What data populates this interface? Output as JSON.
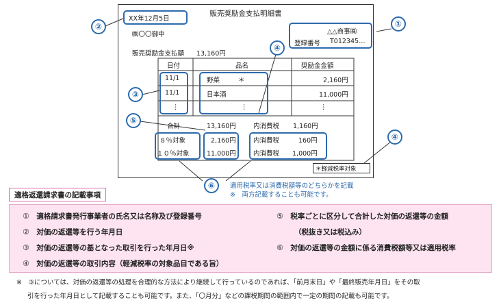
{
  "invoice": {
    "title": "販売奨励金支払明細書",
    "date": "XX年12月5日",
    "customer": "㈱〇〇御中",
    "issuer_name": "△△商事㈱",
    "registration_label": "登録番号",
    "registration_number": "T012345…",
    "total_label": "販売奨励金支払額",
    "total_amount": "13,160円",
    "headers": {
      "date": "日付",
      "item": "品名",
      "amount": "奨励金金額"
    },
    "rows": [
      {
        "date": "11/1",
        "item": "野菜",
        "mark": "＊",
        "amount": "2,160円"
      },
      {
        "date": "11/1",
        "item": "日本酒",
        "mark": "",
        "amount": "11,000円"
      }
    ],
    "ellipsis": "⋮",
    "sum_label": "合計",
    "sum_value": "13,160円",
    "sum_tax_label": "内消費税",
    "sum_tax_value": "1,160円",
    "rate8_label": "８％対象",
    "rate8_value": "2,160円",
    "rate8_tax_label": "内消費税",
    "rate8_tax_value": "160円",
    "rate10_label": "１０％対象",
    "rate10_value": "11,000円",
    "rate10_tax_label": "内消費税",
    "rate10_tax_value": "1,000円",
    "reduced_note": "＊軽減税率対象"
  },
  "markers": {
    "m1": "①",
    "m2": "②",
    "m3": "③",
    "m4": "④",
    "m5": "⑤",
    "m6": "⑥"
  },
  "rate_note_1": "適用税率又は消費税額等のどちらかを記載",
  "rate_note_2": "※　両方記載することも可能です。",
  "section_title": "適格返還請求書の記載事項",
  "items": [
    {
      "num": "①",
      "text": "適格請求書発行事業者の氏名又は名称及び登録番号"
    },
    {
      "num": "②",
      "text": "対価の返還等を行う年月日"
    },
    {
      "num": "③",
      "text": "対価の返還等の基となった取引を行った年月日※"
    },
    {
      "num": "④",
      "text": "対価の返還等の取引内容（軽減税率の対象品目である旨）"
    },
    {
      "num": "⑤",
      "text": "税率ごとに区分して合計した対価の返還等の金額"
    },
    {
      "num": "",
      "text": "（税抜き又は税込み）"
    },
    {
      "num": "⑥",
      "text": "対価の返還等の金額に係る消費税額等又は適用税率"
    }
  ],
  "footnote_1": "※　③については、対価の返還等の処理を合理的な方法により継続して行っているのであれば、「前月末日」や「最終販売年月日」をその取",
  "footnote_2": "引を行った年月日として記載することも可能です。また、「〇月分」などの課税期間の範囲内で一定の期間の記載も可能です。",
  "colors": {
    "accent": "#2c6aad",
    "panel": "#fde4f0",
    "section_border": "#d86aa8"
  }
}
